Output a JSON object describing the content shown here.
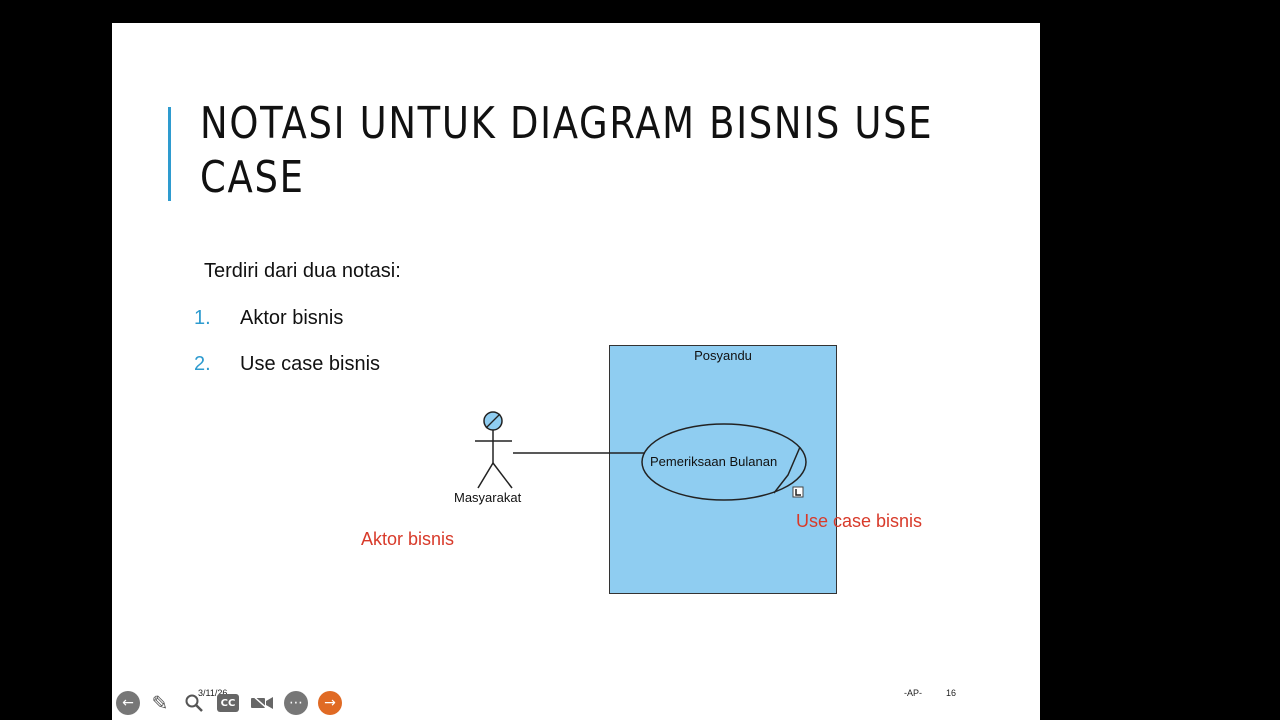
{
  "slide": {
    "title_line1": "NOTASI UNTUK DIAGRAM BISNIS USE",
    "title_line2": "CASE",
    "intro": "Terdiri dari dua notasi:",
    "list": [
      {
        "num": "1.",
        "text": "Aktor bisnis"
      },
      {
        "num": "2.",
        "text": "Use case bisnis"
      }
    ],
    "diagram": {
      "system_name": "Posyandu",
      "use_case": "Pemeriksaan Bulanan",
      "actor": "Masyarakat",
      "callout_actor": "Aktor bisnis",
      "callout_usecase": "Use case bisnis"
    },
    "footer": {
      "date": "3/11/26",
      "center": "-AP-",
      "page": "16"
    }
  },
  "toolbar": {
    "icons": [
      "back-icon",
      "pen-icon",
      "zoom-icon",
      "captions-icon",
      "camera-icon",
      "more-icon",
      "next-icon"
    ],
    "captions_label": "CC"
  },
  "colors": {
    "accent_blue": "#2e9bcf",
    "box_fill": "#8fcdf1",
    "callout_red": "#d83a2a",
    "next_button": "#e06a24"
  }
}
